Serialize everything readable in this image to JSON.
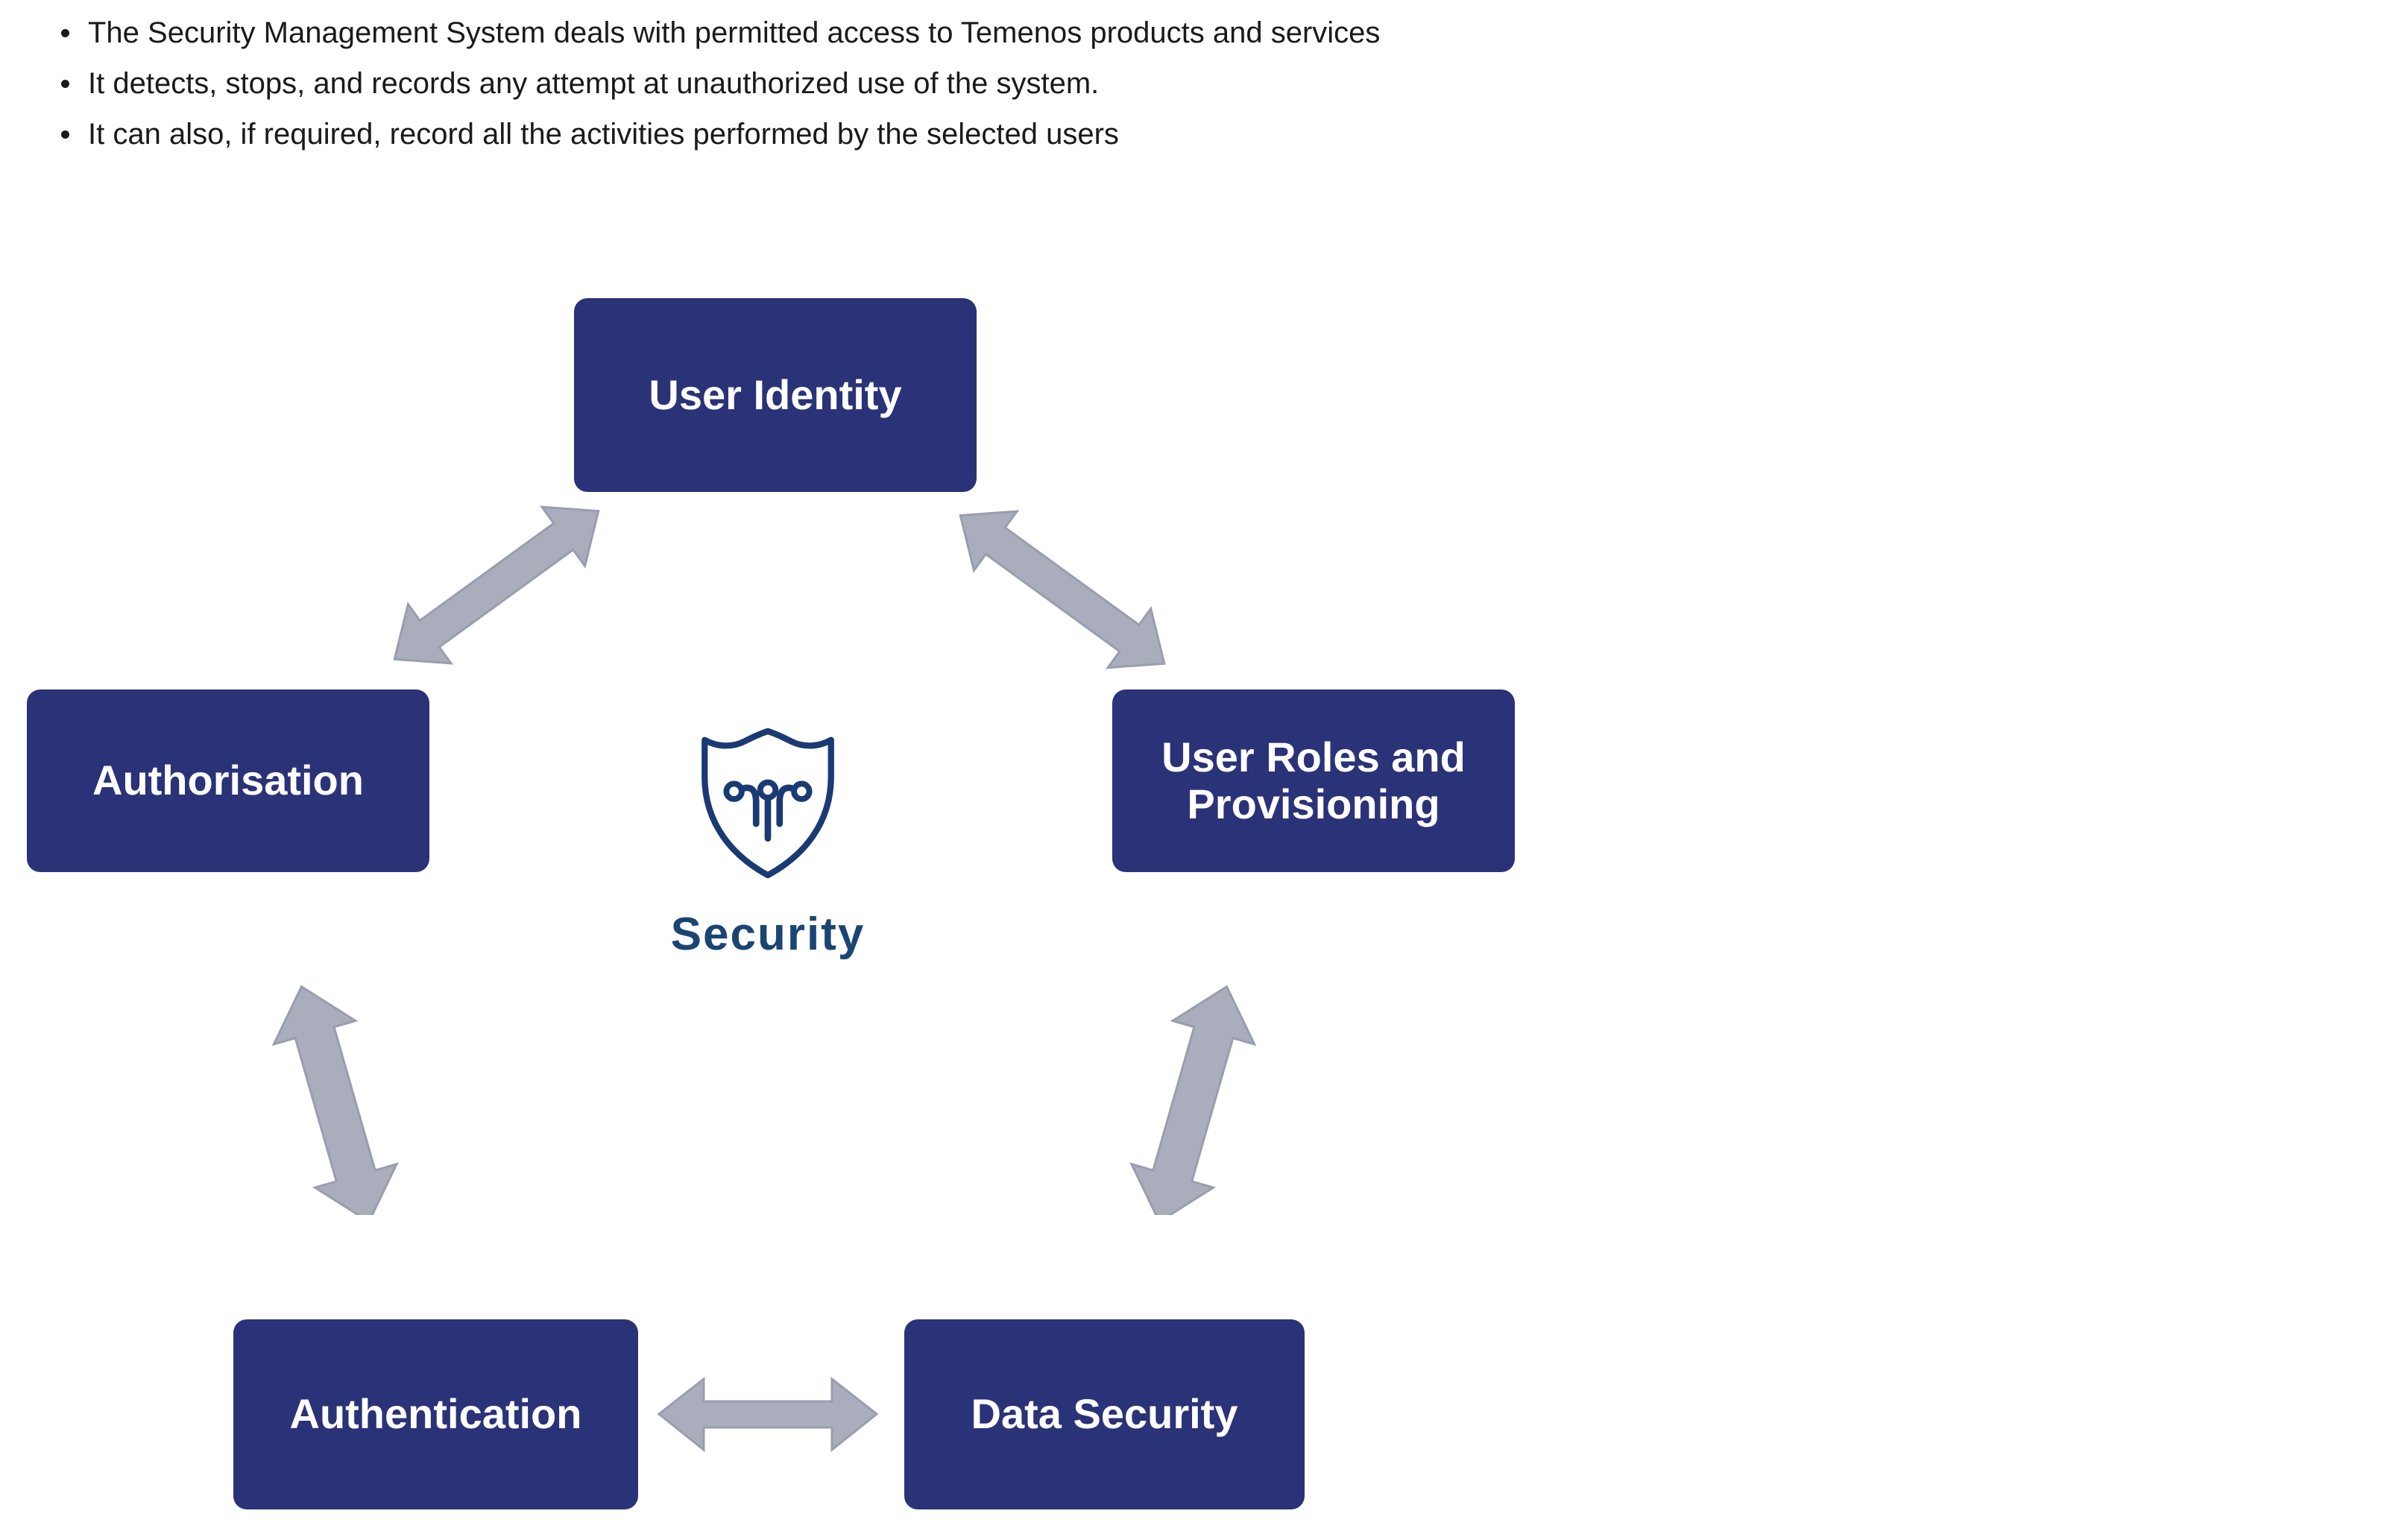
{
  "bullets": {
    "items": [
      "The Security Management System deals with permitted access to Temenos products and services",
      "It detects, stops, and records any attempt at unauthorized use of the system.",
      "It can also, if required, record all the activities performed by the selected users"
    ]
  },
  "colors": {
    "navy": "#2a3278",
    "arrow_grey": "#aaadbc",
    "arrow_grey_border": "#9a9dae",
    "centre_blue": "#1a4573",
    "node_text": "#ffffff",
    "body_text": "#1a1a1a",
    "background": "#ffffff"
  },
  "diagram": {
    "type": "cycle-relationship-diagram",
    "centre": {
      "icon": "shield-circuit-icon",
      "label": "Security"
    },
    "nodes": [
      {
        "id": "user-identity",
        "label": "User Identity"
      },
      {
        "id": "authorisation",
        "label": "Authorisation"
      },
      {
        "id": "user-roles",
        "label": "User Roles and Provisioning"
      },
      {
        "id": "authentication",
        "label": "Authentication"
      },
      {
        "id": "data-security",
        "label": "Data Security"
      }
    ],
    "connectors": [
      {
        "id": "authorisation-user-identity",
        "from": "Authorisation",
        "to": "User Identity",
        "style": "double-headed",
        "direction": "diagonal-up-right"
      },
      {
        "id": "user-identity-user-roles",
        "from": "User Identity",
        "to": "User Roles and Provisioning",
        "style": "double-headed",
        "direction": "diagonal-down-right"
      },
      {
        "id": "authentication-authorisation",
        "from": "Authentication",
        "to": "Authorisation",
        "style": "double-headed",
        "direction": "vertical"
      },
      {
        "id": "data-security-user-roles",
        "from": "Data Security",
        "to": "User Roles and Provisioning",
        "style": "double-headed",
        "direction": "vertical"
      },
      {
        "id": "authentication-data-security",
        "from": "Authentication",
        "to": "Data Security",
        "style": "double-headed",
        "direction": "horizontal"
      }
    ]
  }
}
